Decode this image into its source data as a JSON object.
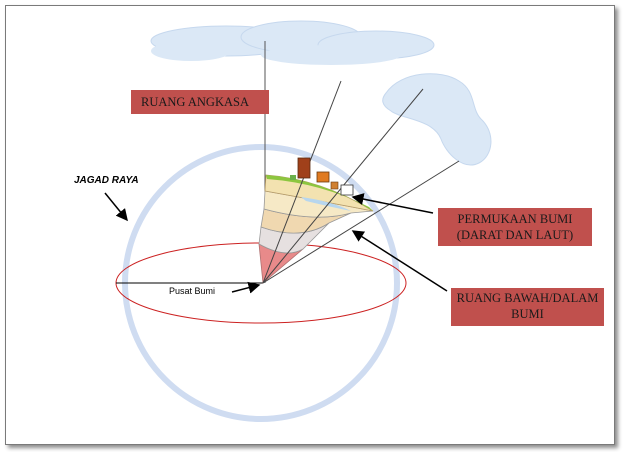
{
  "labels": {
    "ruang_angkasa": "RUANG ANGKASA",
    "permukaan_bumi": "PERMUKAAN BUMI (DARAT DAN LAUT)",
    "ruang_bawah": "RUANG BAWAH/DALAM BUMI",
    "jagad_raya": "JAGAD RAYA",
    "pusat_bumi": "Pusat Bumi"
  },
  "colors": {
    "label_box": "#c0504d",
    "sphere_outline": "#cfdcf1",
    "equator": "#cc2222",
    "cloud": "#dbe8f6",
    "building_brown": "#a0401a",
    "building_orange": "#e07a20"
  }
}
